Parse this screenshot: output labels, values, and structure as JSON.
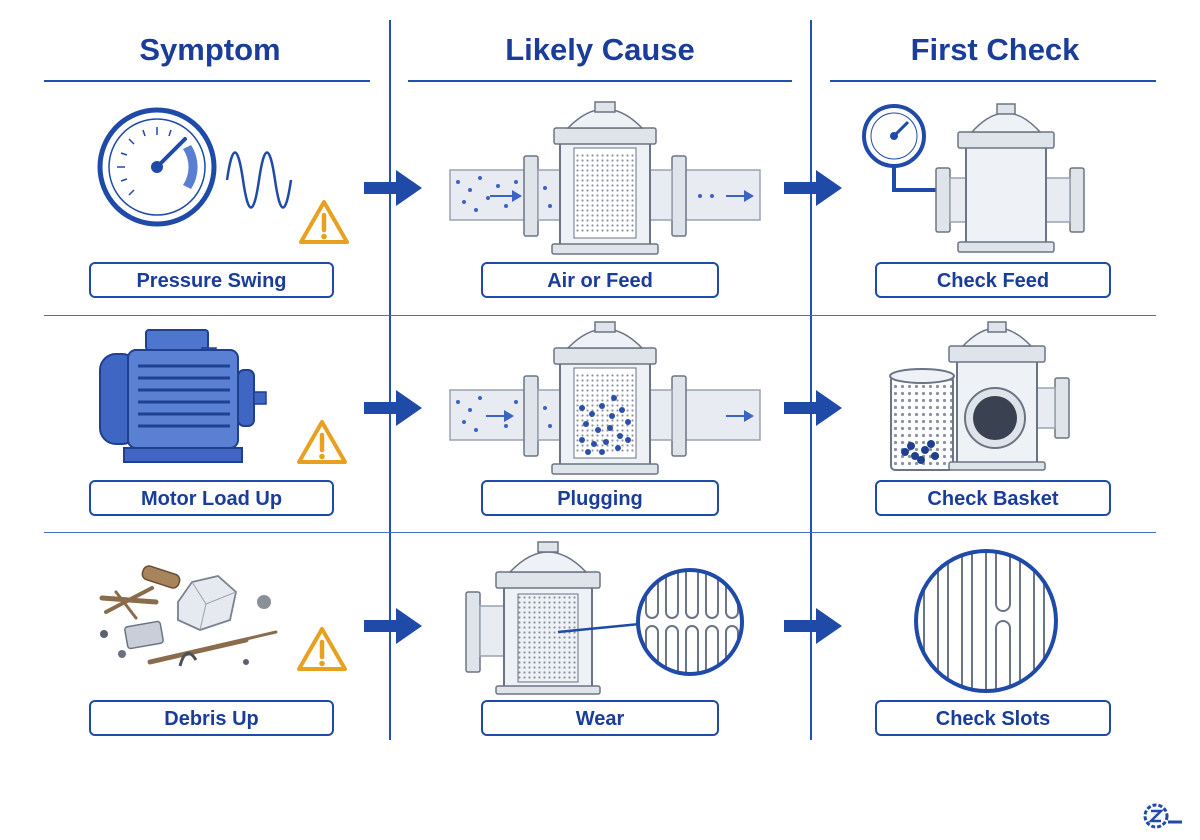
{
  "columns": [
    {
      "title": "Symptom"
    },
    {
      "title": "Likely Cause"
    },
    {
      "title": "First Check"
    }
  ],
  "rows": [
    {
      "symptom": {
        "label": "Pressure Swing",
        "icon": "pressure-gauge-icon",
        "warning": true
      },
      "cause": {
        "label": "Air or Feed",
        "icon": "strainer-air-bubbles-icon"
      },
      "check": {
        "label": "Check Feed",
        "icon": "strainer-with-gauge-icon"
      }
    },
    {
      "symptom": {
        "label": "Motor Load Up",
        "icon": "electric-motor-icon",
        "warning": true
      },
      "cause": {
        "label": "Plugging",
        "icon": "strainer-clogged-basket-icon"
      },
      "check": {
        "label": "Check Basket",
        "icon": "basket-removed-icon"
      }
    },
    {
      "symptom": {
        "label": "Debris Up",
        "icon": "debris-pile-icon",
        "warning": true
      },
      "cause": {
        "label": "Wear",
        "icon": "strainer-worn-slots-icon"
      },
      "check": {
        "label": "Check Slots",
        "icon": "slot-closeup-icon"
      }
    }
  ],
  "colors": {
    "primary": "#1a3d9a",
    "accent": "#2f5fc4",
    "warning": "#e8a020",
    "metal": "#dfe3ea"
  }
}
